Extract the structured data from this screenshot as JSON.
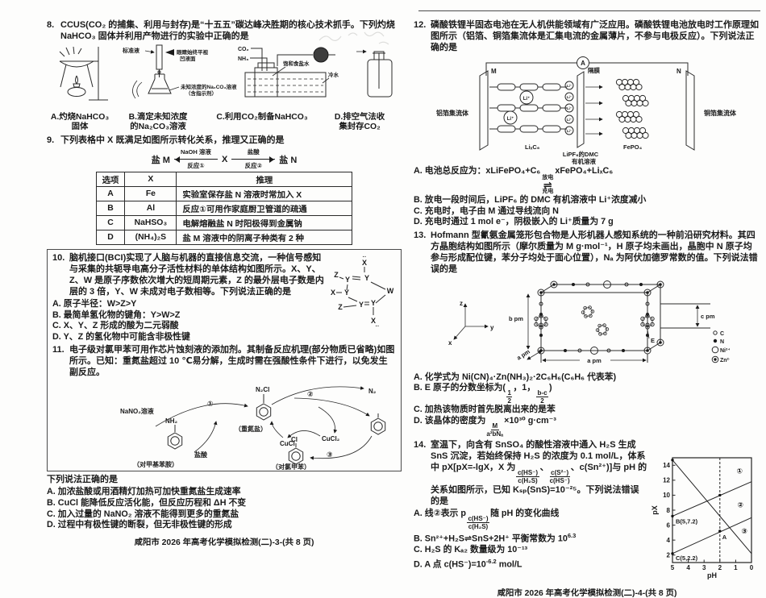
{
  "footer": {
    "left": "咸阳市 2026 年高考化学模拟检测(二)-3-(共 8 页)",
    "right": "咸阳市 2026 年高考化学模拟检测(二)-4-(共 8 页)"
  },
  "q8": {
    "num": "8.",
    "stem": "CCUS(CO₂ 的捕集、利用与封存)是“十五五”碳达峰决胜期的核心技术抓手。下列灼烧 NaHCO₃ 固体并利用产物进行的实验中正确的是",
    "labels": {
      "std": "标准液",
      "eye1": "眼睛始终平视",
      "eye2": "凹液面",
      "unk1": "未知浓度的Na₂CO₃溶液",
      "unk2": "（含指示剂）",
      "co2": "CO₂",
      "nh3": "NH₃",
      "brine": "饱和食盐水",
      "cold": "冷水"
    },
    "captions": [
      "A.灼烧NaHCO₃\n固体",
      "B.滴定未知浓度\n的Na₂CO₃溶液",
      "C.利用CO₂制备NaHCO₃",
      "D.排空气法收\n集封存CO₂"
    ]
  },
  "q9": {
    "num": "9.",
    "stem": "下列表格中 X 既满足如图所示转化关系，推理又正确的是",
    "scheme": {
      "left": "盐 M",
      "arrow1_top": "NaOH 溶液",
      "arrow1_bottom": "反应①",
      "mid": "X",
      "arrow2_top": "盐酸",
      "arrow2_bottom": "反应②",
      "right": "盐 N"
    },
    "table": {
      "headers": [
        "选项",
        "X",
        "推理"
      ],
      "rows": [
        {
          "opt": "A",
          "x": "Fe",
          "reason": "实验室保存盐 N 溶液时常加入 X"
        },
        {
          "opt": "B",
          "x": "Al",
          "reason": "反应①可用作家庭厨卫管道的疏通"
        },
        {
          "opt": "C",
          "x": "NaHSO₃",
          "reason": "电解熔融盐 N 时阳极得到金属钠"
        },
        {
          "opt": "D",
          "x": "(NH₄)₂S",
          "reason": "盐 M 溶液中的阴离子种类有 2 种"
        }
      ]
    }
  },
  "q10": {
    "num": "10.",
    "stem": "脑机接口(BCI)实现了人脑与机器的直接信息交流，一种信号感知与采集的共轭导电高分子活性材料的单体结构如图所示。X、Y、Z、W 是原子序数依次增大的短周期元素，Z 的最外层电子数是内层的 3 倍，Y、W 未成对电子数相等。下列说法正确的是",
    "options": [
      "A. 原子半径：W>Z>Y",
      "B. 最简单氢化物的键角：Y>W>Z",
      "C. X、Y、Z 形成的酸为二元弱酸",
      "D. Y、Z 的氢化物中可能含非极性键"
    ],
    "structure": {
      "x": "X",
      "y": "Y",
      "z": "Z",
      "w": "W",
      "dots": "··"
    }
  },
  "q11": {
    "num": "11.",
    "stem": "电子级对氯甲苯可用作芯片蚀刻液的添加剂。其制备反应机理(部分物质已省略)如图所示。已知：重氮盐超过 10 ℃易分解，生成时需在强酸性条件下进行，以免发生副反应。",
    "diagram": {
      "nano2": "NaNO₂溶液",
      "step1": "①",
      "step2": "②",
      "step3": "③",
      "n2cl": "N₂Cl",
      "n2": "N₂",
      "diazo": "（重氮盐）",
      "cucl": "CuCl",
      "cucl2": "CuCl₂",
      "nh2": "NH₂",
      "hcl": "盐酸",
      "amine": "（对甲基苯胺）",
      "cl": "Cl",
      "product": "（对氯甲苯）"
    },
    "stem2": "下列说法正确的是",
    "options": [
      "A. 加浓盐酸或用酒精灯加热可加快重氮盐生成速率",
      "B. CuCl 能降低反应活化能，但反应历程和 ΔH 不变",
      "C. 加入过量的 NaNO₂ 溶液不能得到更多的重氮盐",
      "D. 过程中有极性键的断裂，但无非极性键的形成"
    ]
  },
  "q12": {
    "num": "12.",
    "stem": "磷酸铁锂半固态电池在无人机供能领域有广泛应用。磷酸铁锂电池放电时工作原理如图所示（铝箔、铜箔集流体是汇集电流的金属薄片，不参与电极反应）。下列说法正确的是",
    "diagram": {
      "ammeter": "A",
      "m": "M",
      "n": "N",
      "sep": "隔膜",
      "lc": "铝箔集流体",
      "rc": "铜箔集流体",
      "li": "Li⁺",
      "lixc6": "LiₓC₆",
      "ely1": "LiPF₆的DMC",
      "ely2": "有机溶液",
      "fepo4": "FePO₄"
    },
    "optionA": {
      "pre": "A. 电池总反应为：xLiFePO₄+C₆",
      "top": "放电",
      "arrow": "⇌",
      "bottom": "充电",
      "post": "xFePO₄+LiₓC₆"
    },
    "options_bcd": [
      "B. 放电一段时间后，LiPF₆ 的 DMC 有机溶液中 Li⁺浓度减小",
      "C. 充电时，电子由 M 通过导线流向 N",
      "D. 充电时通过 1 mol e⁻，阴极嵌入的 Li⁺质量为 7 g"
    ]
  },
  "q13": {
    "num": "13.",
    "stem": "Hofmann 型氰氨金属笼形包合物是人形机器人感知系统的一种前沿研究材料。其四方晶胞结构如图所示（摩尔质量为 M g·mol⁻¹，H 原子均未画出，晶胞中 N 原子均参与形成配位键，苯分子均处于面心位置），Nₐ 为阿伏加德罗常数的值。下列说法错误的是",
    "diagram": {
      "axis_x": "x",
      "axis_y": "y",
      "axis_z": "z",
      "b": "b pm",
      "a1": "a pm",
      "a2": "a pm",
      "c": "c pm",
      "e": "E",
      "legend": [
        {
          "label": "C"
        },
        {
          "label": "N"
        },
        {
          "label": "Ni²⁺"
        },
        {
          "label": "Zn²⁺"
        }
      ]
    },
    "optionA": "A. 化学式为 Ni(CN)₄·Zn(NH₃)₂·2C₆H₆(C₆H₆ 代表苯)",
    "optionB": {
      "pre": "B. E 原子的分数坐标为(",
      "f1_top": "1",
      "f1_bottom": "2",
      "mid": "，1，",
      "f2_top": "b-c",
      "f2_bottom": "2",
      "post": ")"
    },
    "optionC": "C. 加热该物质时首先脱离出来的是苯",
    "optionD": {
      "pre": "D. 该晶体的密度为",
      "f_top": "M",
      "f_bottom": "a²bNₐ",
      "post": "×10³⁰ g·cm⁻³"
    }
  },
  "q14": {
    "num": "14.",
    "s1": "室温下，向含有 SnSO₄ 的酸性溶液中通入 H₂S 生成 SnS 沉淀，若始终保持 H₂S 的浓度为 0.1 mol/L，体系中 pX[pX=-lgX，X 为",
    "f1_top": "c(HS⁻)",
    "f1_bottom": "c(H₂S)",
    "s2": "、",
    "f2_top": "c(S²⁻)",
    "f2_bottom": "c(HS⁻)",
    "s3": "、c(Sn²⁺)]与 pH 的关系如图所示，已知 Kₛₚ(SnS)=10⁻²⁵。下列说法错误的是",
    "optionA": {
      "pre": "A. 线②表示 p",
      "f_top": "c(HS⁻)",
      "f_bottom": "c(H₂S)",
      "post": "随 pH 的变化曲线"
    },
    "optionB": {
      "pre": "B. Sn²⁺+H₂S⇌SnS+2H⁺ 平衡常数为 10",
      "exp": "6.3"
    },
    "optionC": "C. H₂S 的 Kₐ₂ 数量级为 10⁻¹³",
    "optionD": {
      "pre": "D. A 点 c(HS⁻)=10",
      "exp": "-6.2",
      "post": " mol/L"
    }
  },
  "chart_data": {
    "type": "line",
    "title": "",
    "xlabel": "pH",
    "ylabel": "pX",
    "xlim": [
      5,
      0
    ],
    "ylim": [
      1,
      15
    ],
    "x_axis_reversed": true,
    "grid": false,
    "x_ticks": [
      5,
      4,
      3,
      2,
      1,
      0
    ],
    "y_ticks": [
      2,
      4,
      6,
      8,
      10,
      12,
      14
    ],
    "dashed_vline_pH": 2,
    "series": [
      {
        "name": "①",
        "points": [
          [
            5,
            7.2
          ],
          [
            0,
            11.8
          ]
        ],
        "label_at": [
          0.75,
          12.9
        ]
      },
      {
        "name": "②",
        "points": [
          [
            5,
            2.2
          ],
          [
            0,
            7.0
          ]
        ],
        "label_at": [
          0.7,
          8.4
        ]
      },
      {
        "name": "③",
        "points": [
          [
            5,
            14.7
          ],
          [
            0,
            2.2
          ]
        ],
        "label_at": [
          0.45,
          4.9
        ]
      }
    ],
    "marked_points": [
      [
        5,
        14.7
      ],
      [
        5,
        7.2
      ],
      [
        5,
        2.2
      ],
      [
        2,
        10.0
      ],
      [
        2,
        5.2
      ]
    ],
    "annotations": [
      {
        "text": "B(5,7.2)",
        "at": [
          5,
          7.2
        ],
        "dx": 4,
        "dy": 9
      },
      {
        "text": "C(5,2.2)",
        "at": [
          5,
          2.2
        ],
        "dx": 4,
        "dy": 8
      },
      {
        "text": "A",
        "at": [
          2,
          5.2
        ],
        "dx": 3,
        "dy": 10
      }
    ]
  }
}
